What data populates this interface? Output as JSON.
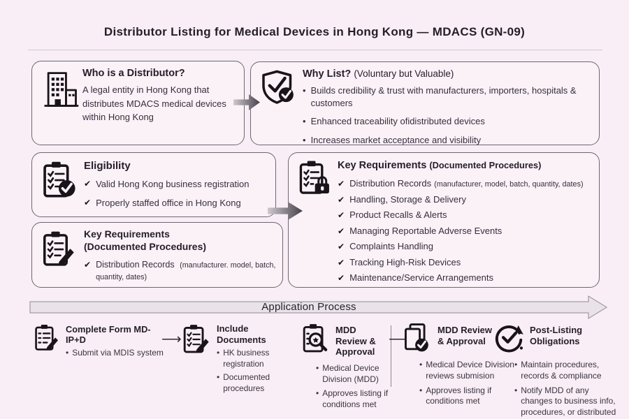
{
  "page": {
    "title": "Distributor Listing for Medical Devices in Hong Kong — MDACS (GN-09)"
  },
  "icons": {
    "check": "✔",
    "bullet": "•",
    "arrow_right": "⟶"
  },
  "colors": {
    "background": "#f9eef5",
    "box_fill": "#fbf2f8",
    "box_border": "#6d6770",
    "text": "#352e3c",
    "banner_fill": "#e9e3e9",
    "flow_arrow": "#45404a",
    "icon": "#19141a"
  },
  "boxes": {
    "who": {
      "icon": "building-icon",
      "title": "Who is a Distributor?",
      "body": "A legal entity in Hong Kong that distributes MDACS medical devices within Hong Kong"
    },
    "why": {
      "icon": "shield-check-icon",
      "title": "Why List?",
      "subtitle": "(Voluntary but Valuable)",
      "bullets": [
        "Builds credibility & trust with manufacturers, importers, hospitals & customers",
        "Enhanced traceability ofidistributed devices",
        "Increases market acceptance and visibility"
      ]
    },
    "eligibility": {
      "icon": "clipboard-check-icon",
      "title": "Eligibility",
      "items": [
        "Valid Hong Kong business registration",
        "Properly staffed office in Hong Kong"
      ]
    },
    "key_requirements_left": {
      "icon": "clipboard-pencil-icon",
      "title": "Key Requirements",
      "subtitle": "(Documented Procedures)",
      "item_main": "Distribution Records",
      "item_note": "(manufacturer. model, batch, quantity, dates)"
    },
    "key_requirements_right": {
      "icon": "clipboard-lock-icon",
      "title": "Key Requirements",
      "subtitle": "(Documented Procedures)",
      "items": [
        {
          "main": "Distribution Records",
          "note": "(manufacturer, model, batch, quantity, dates)"
        },
        {
          "main": "Handling, Storage & Delivery",
          "note": ""
        },
        {
          "main": "Product Recalls & Alerts",
          "note": ""
        },
        {
          "main": "Managing Reportable Adverse Events",
          "note": ""
        },
        {
          "main": "Complaints Handling",
          "note": ""
        },
        {
          "main": "Tracking High-Risk Devices",
          "note": ""
        },
        {
          "main": "Maintenance/Service Arrangements",
          "note": ""
        }
      ]
    }
  },
  "process": {
    "banner_label": "Application Process",
    "steps": [
      {
        "icon": "clipboard-pencil-icon",
        "title": "Complete Form MD-IP+D",
        "bullets": [
          "Submit via MDIS system"
        ]
      },
      {
        "icon": "clipboard-check-icon",
        "title": "Include Documents",
        "bullets": [
          "HK business registration",
          "Documented procedures"
        ]
      },
      {
        "icon": "clipboard-search-icon",
        "title": "MDD Review & Approval",
        "bullets": [
          "Medical Device Division (MDD)",
          "Approves listing if conditions met"
        ]
      },
      {
        "icon": "document-check-icon",
        "title": "MDD Review & Approval",
        "bullets": [
          "Medical Device Division reviews submision",
          "Approves listing if conditions met"
        ]
      },
      {
        "icon": "refresh-check-icon",
        "title": "Post-Listing Obligations",
        "bullets": [
          "Maintain procedures, records & compliance",
          "Notify MDD of any changes to business info, procedures, or distributed"
        ]
      }
    ]
  }
}
